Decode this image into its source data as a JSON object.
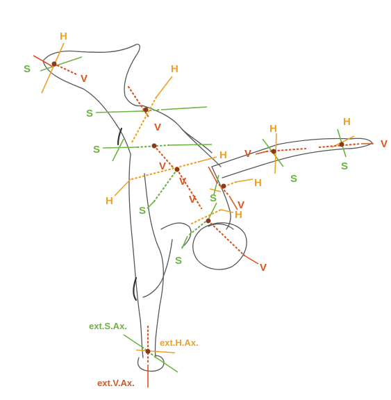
{
  "colors": {
    "sagittal": "#6db33f",
    "horizontal": "#f0a020",
    "vertical": "#d9551e",
    "joint": "#8a3a1a",
    "figure": "#555555"
  },
  "labels": {
    "S": "S",
    "H": "H",
    "V": "V",
    "ext_s": "ext.S.Ax.",
    "ext_h": "ext.H.Ax.",
    "ext_v": "ext.V.Ax."
  }
}
